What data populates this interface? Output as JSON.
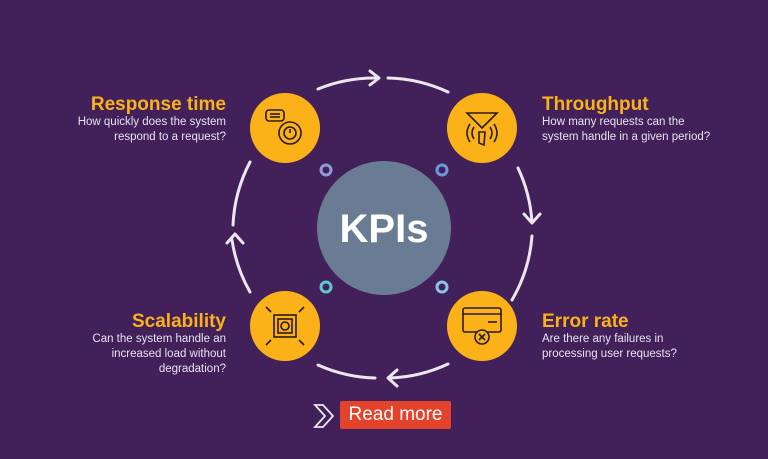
{
  "center": {
    "label": "KPIs"
  },
  "kpis": [
    {
      "title": "Response time",
      "description_lines": [
        "How quickly does the system",
        "respond to a request?"
      ],
      "icon": "gear-speedometer-chat-icon"
    },
    {
      "title": "Throughput",
      "description_lines": [
        "How many requests can the",
        "system handle in a given period?"
      ],
      "icon": "funnel-signal-icon"
    },
    {
      "title": "Scalability",
      "description_lines": [
        "Can the system handle an",
        "increased load without",
        "degradation?"
      ],
      "icon": "expand-box-icon"
    },
    {
      "title": "Error rate",
      "description_lines": [
        "Are there any failures in",
        "processing user requests?"
      ],
      "icon": "card-error-icon"
    }
  ],
  "cta": {
    "label": "Read more"
  },
  "colors": {
    "background": "#42215a",
    "accent": "#fbb219",
    "center": "#6a7c93",
    "cta": "#e3432a",
    "ring": "#e8e2ee"
  }
}
